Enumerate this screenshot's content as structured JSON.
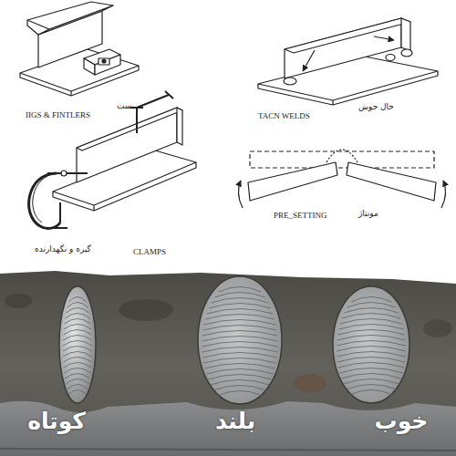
{
  "diagram": {
    "labels": [
      "IIGS & FINTLERS",
      "بست",
      "TACN WELDS",
      "خال جوش",
      "گیره و نگهدارنده",
      "CLAMPS",
      "PRE_SETTING",
      "مونتاژ",
      "کوتاه",
      "بلند",
      "خوب"
    ]
  }
}
